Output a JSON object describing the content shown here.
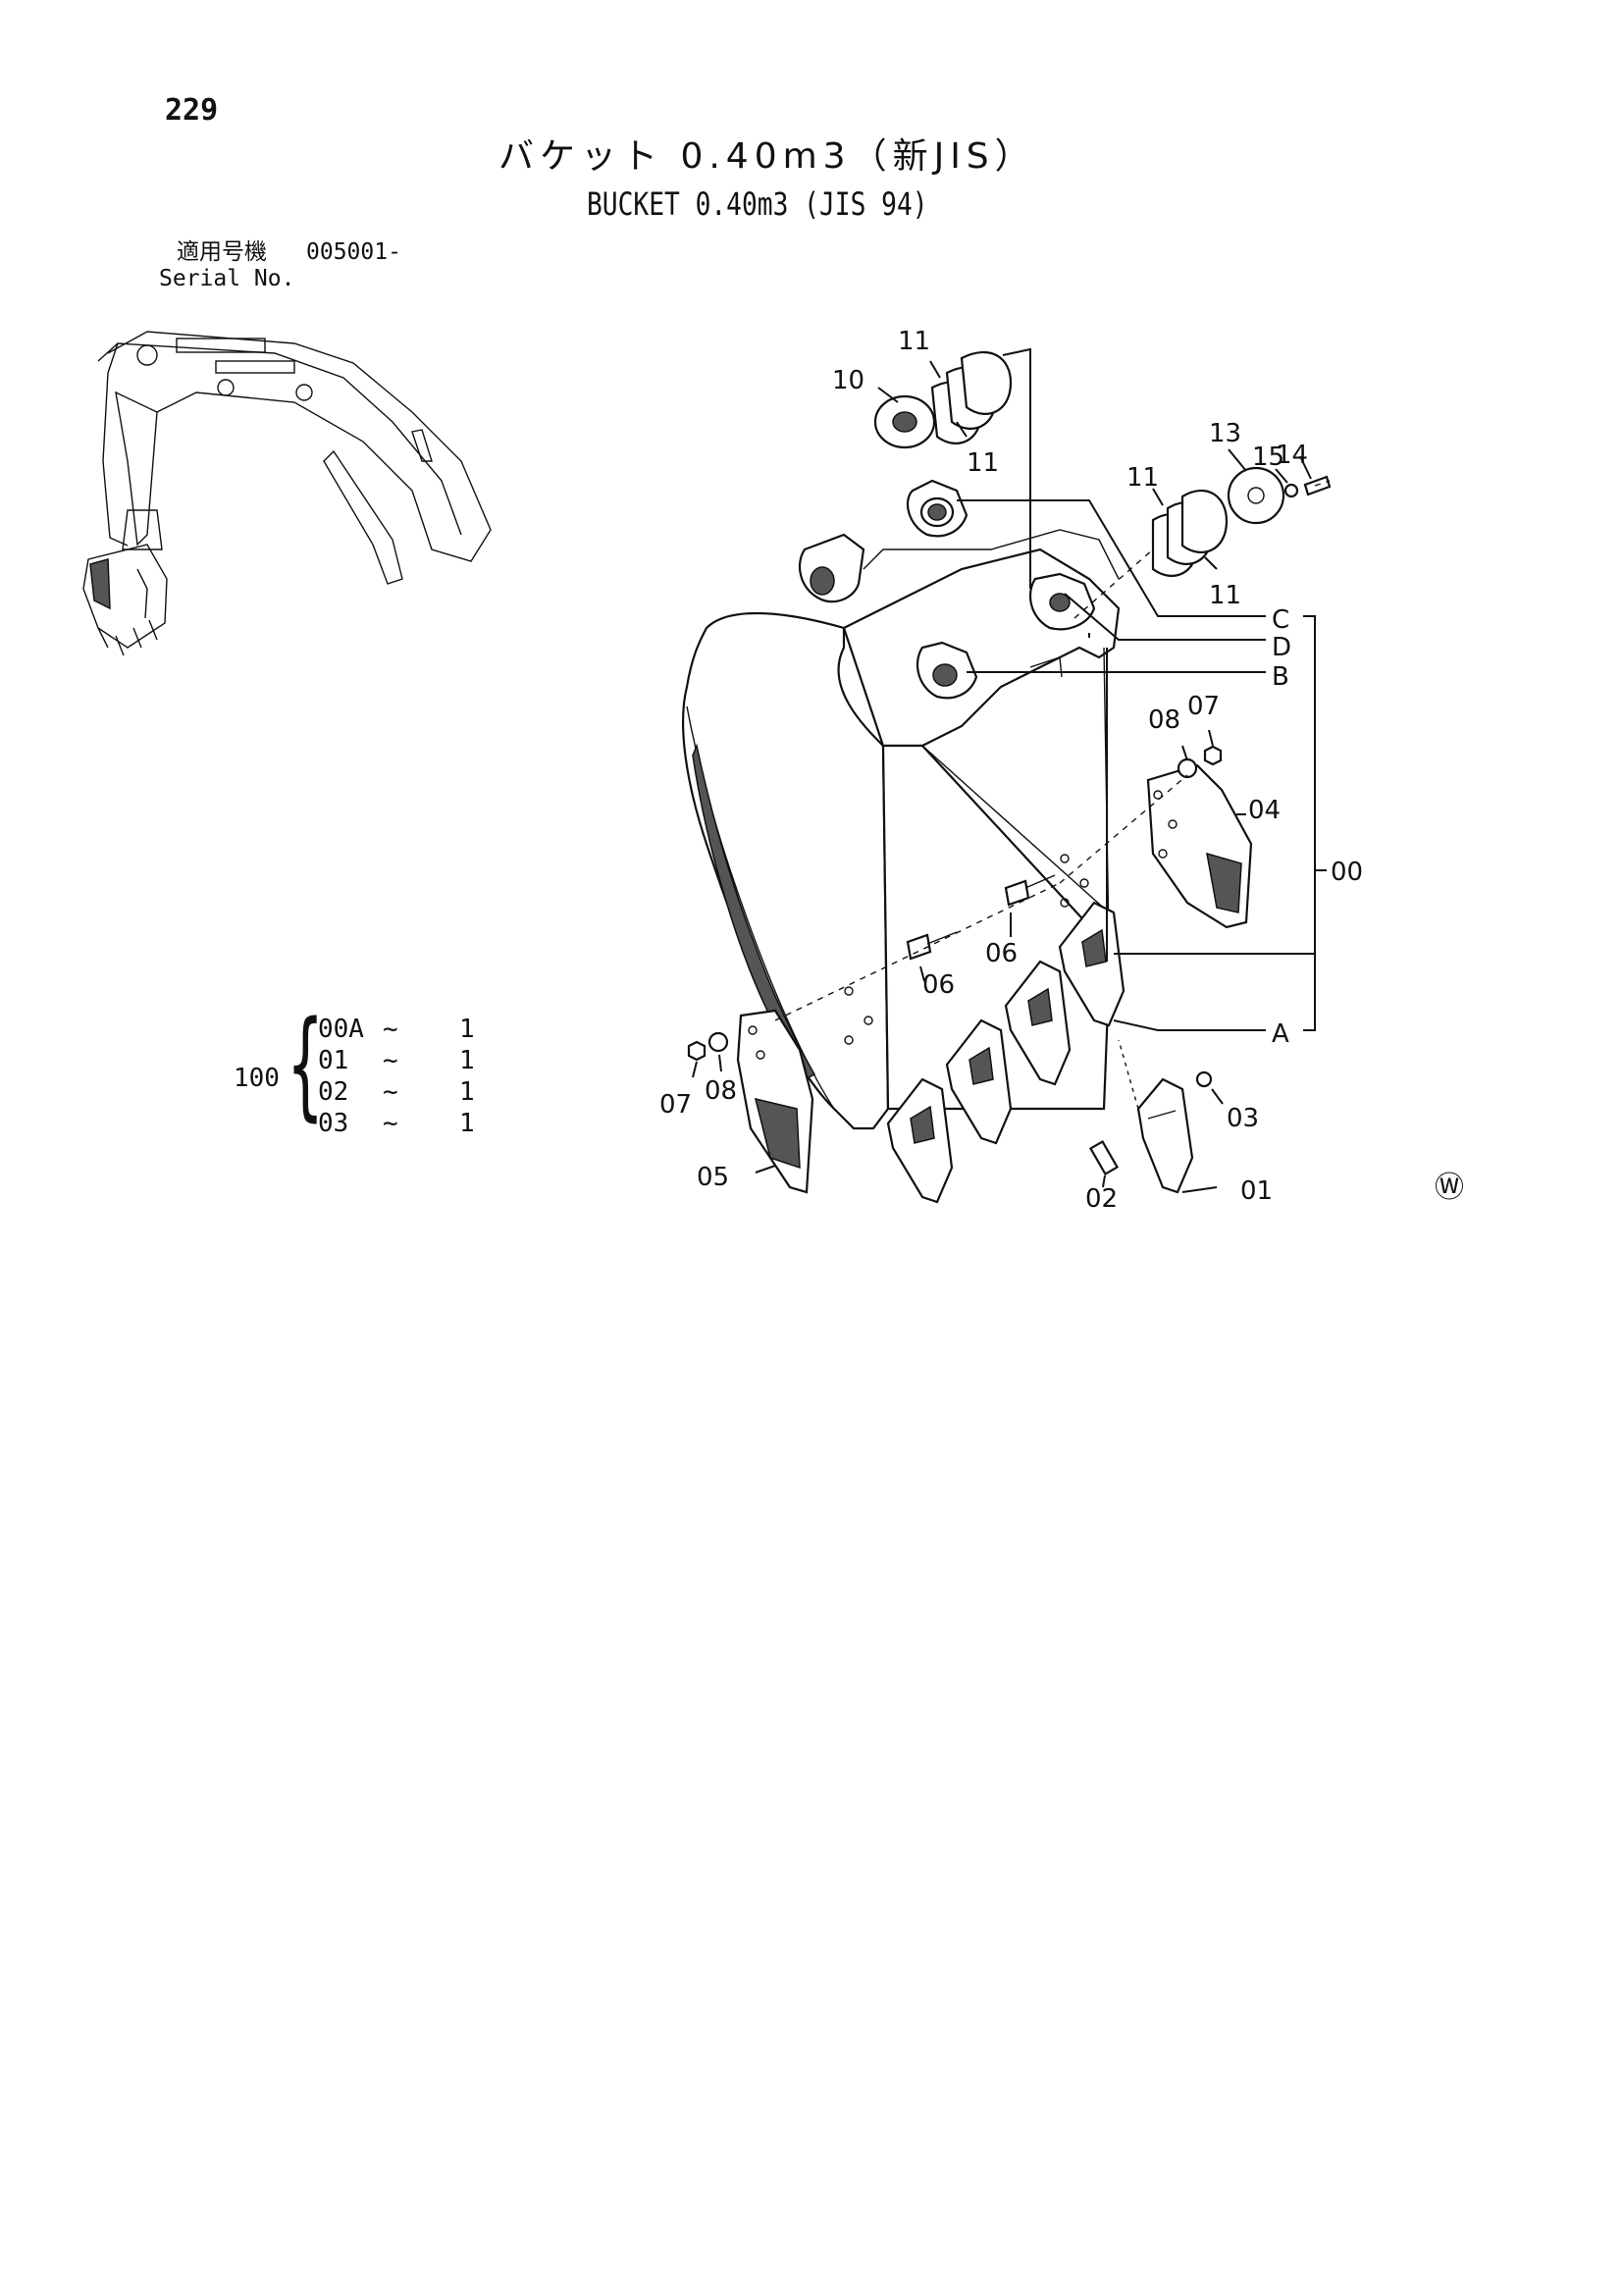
{
  "page": {
    "number": "229",
    "title_jp": "バケット 0.40m3（新JIS）",
    "title_en": "BUCKET 0.40m3 (JIS 94)"
  },
  "serial": {
    "label_jp": "適用号機",
    "value": "005001-",
    "label_en": "Serial No."
  },
  "set": {
    "number": "100",
    "rows": [
      {
        "code": "00A",
        "sep": "~",
        "qty": "1"
      },
      {
        "code": "01",
        "sep": "~",
        "qty": "1"
      },
      {
        "code": "02",
        "sep": "~",
        "qty": "1"
      },
      {
        "code": "03",
        "sep": "~",
        "qty": "1"
      }
    ]
  },
  "callouts": {
    "p00": "00",
    "p01": "01",
    "p02": "02",
    "p03": "03",
    "p04": "04",
    "p05": "05",
    "p06a": "06",
    "p06b": "06",
    "p07a": "07",
    "p07b": "07",
    "p08a": "08",
    "p08b": "08",
    "p10": "10",
    "p11a": "11",
    "p11b": "11",
    "p11c": "11",
    "p11d": "11",
    "p13": "13",
    "p14": "14",
    "p15": "15",
    "ref_a": "A",
    "ref_b": "B",
    "ref_c": "C",
    "ref_d": "D"
  },
  "corner_mark": "Ⓦ"
}
